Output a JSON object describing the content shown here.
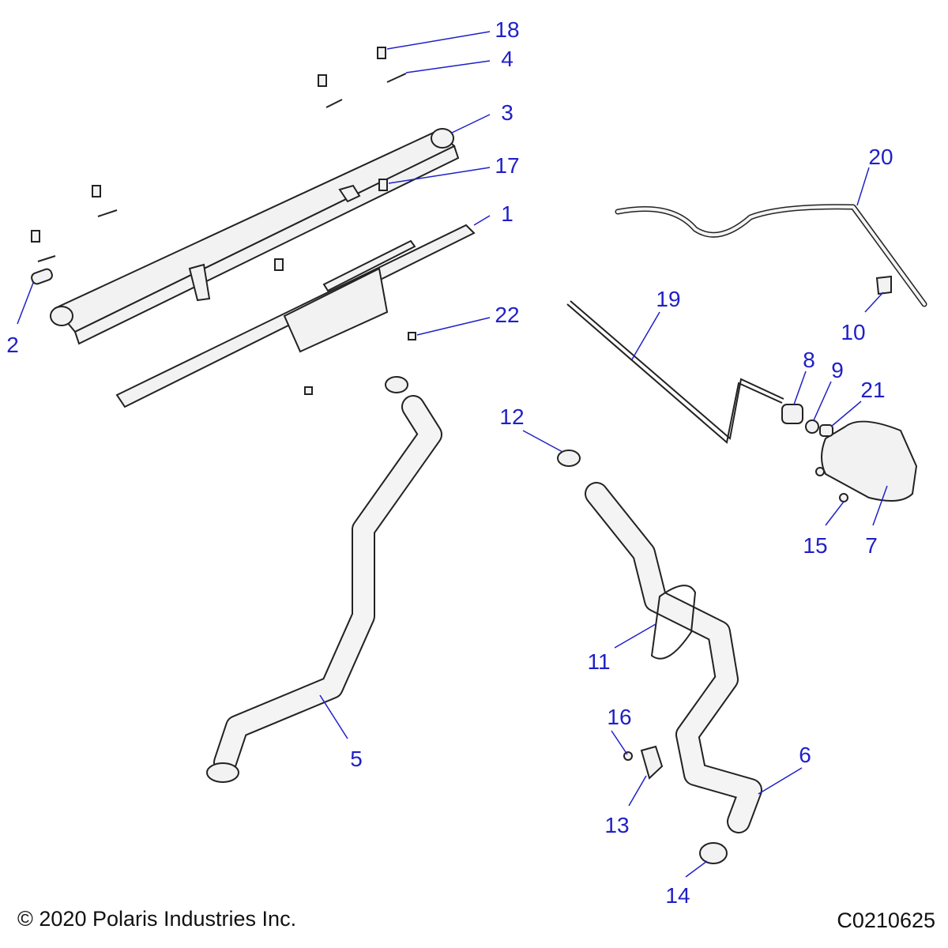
{
  "diagram": {
    "labels": {
      "p1": "1",
      "p2": "2",
      "p3": "3",
      "p4": "4",
      "p5": "5",
      "p6": "6",
      "p7": "7",
      "p8": "8",
      "p9": "9",
      "p10": "10",
      "p11": "11",
      "p12": "12",
      "p13": "13",
      "p14": "14",
      "p15": "15",
      "p16": "16",
      "p17": "17",
      "p18": "18",
      "p19": "19",
      "p20": "20",
      "p21": "21",
      "p22": "22"
    },
    "label_color": "#2020c8"
  },
  "footer": {
    "copyright": "© 2020 Polaris Industries Inc.",
    "drawing_id": "C0210625"
  }
}
